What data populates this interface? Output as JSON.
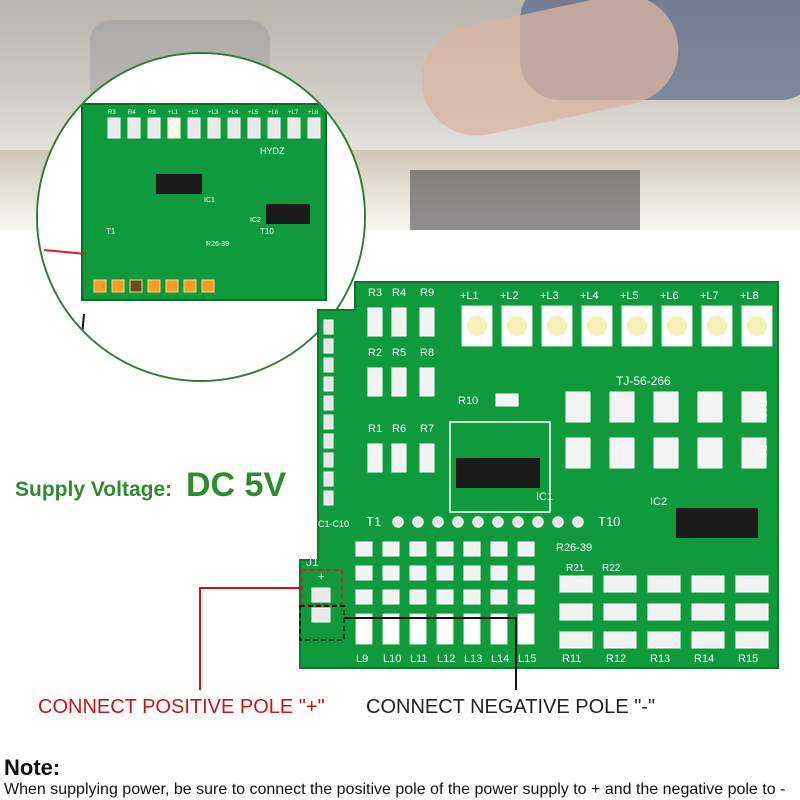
{
  "inset": {
    "header_labels": [
      "R3",
      "R4",
      "R9",
      "+L1",
      "+L2",
      "+L3",
      "+L4",
      "+L5",
      "+L6",
      "+L7",
      "+L8"
    ],
    "board_name": "HYDZ",
    "t1": "T1",
    "t10": "T10",
    "r26_39": "R26-39",
    "ic1": "IC1",
    "ic2": "IC2"
  },
  "board": {
    "resistor_labels": [
      "R3",
      "R4",
      "R9",
      "R2",
      "R5",
      "R8",
      "R1",
      "R6",
      "R7",
      "R10"
    ],
    "led_labels": [
      "+L1",
      "+L2",
      "+L3",
      "+L4",
      "+L5",
      "+L6",
      "+L7",
      "+L8"
    ],
    "part_number": "TJ-56-266",
    "side_r10": "R10",
    "side_r9": "R9",
    "ic1": "IC1",
    "ic2": "IC2",
    "caps": "C1-C10",
    "t1": "T1",
    "t10": "T10",
    "r26_39": "R26-39",
    "j1": "J1",
    "plus": "+",
    "r21": "R21",
    "r22": "R22",
    "bottom_leds": [
      "L9",
      "L10",
      "L11",
      "L12",
      "L13",
      "L14",
      "L15"
    ],
    "bottom_rs": [
      "R11",
      "R12",
      "R13",
      "R14",
      "R15"
    ]
  },
  "supply": {
    "label": "Supply Voltage:",
    "value": "DC 5V"
  },
  "connect_positive": "CONNECT POSITIVE POLE \"+\"",
  "connect_negative": "CONNECT NEGATIVE POLE \"-\"",
  "note": {
    "title": "Note:",
    "text": "When supplying power, be sure to connect the positive pole of the power supply to + and the negative pole to -"
  },
  "colors": {
    "pcb": "#0f9a3c",
    "silk": "#ffffff",
    "positive": "#c81414",
    "supply_green": "#2e8b2e"
  }
}
